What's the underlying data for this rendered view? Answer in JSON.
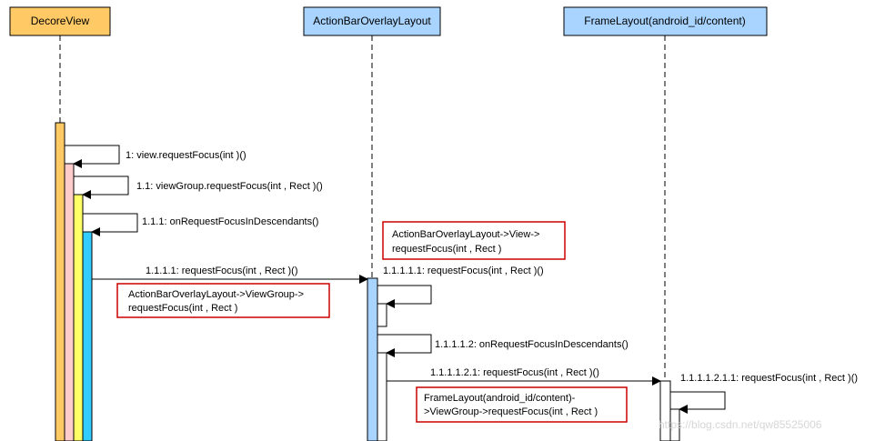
{
  "participants": [
    {
      "label": "DecoreView",
      "fill": "#ffc966"
    },
    {
      "label": "ActionBarOverlayLayout",
      "fill": "#a8d4ff"
    },
    {
      "label": "FrameLayout(android_id/content)",
      "fill": "#a8d4ff"
    }
  ],
  "messages": [
    "1: view.requestFocus(int )()",
    "1.1: viewGroup.requestFocus(int , Rect )()",
    "1.1.1: onRequestFocusInDescendants()",
    "1.1.1.1: requestFocus(int , Rect )()",
    "1.1.1.1.1: requestFocus(int , Rect )()",
    "1.1.1.1.2: onRequestFocusInDescendants()",
    "1.1.1.1.2.1: requestFocus(int , Rect )()",
    "1.1.1.1.2.1.1: requestFocus(int , Rect )()"
  ],
  "notes": [
    {
      "line1": "ActionBarOverlayLayout->View->",
      "line2": "requestFocus(int , Rect )"
    },
    {
      "line1": "ActionBarOverlayLayout->ViewGroup->",
      "line2": "requestFocus(int , Rect )"
    },
    {
      "line1": "FrameLayout(android_id/content)-",
      "line2": ">ViewGroup->requestFocus(int , Rect )"
    }
  ],
  "activation_colors": {
    "decor_outer": "#ffc966",
    "decor_level2": "#ffcccc",
    "decor_level3": "#ffff66",
    "decor_level4": "#33ccff",
    "blue_box": "#a8d4ff",
    "note_border": "#cc0000"
  },
  "watermark": "https://blog.csdn.net/qw85525006"
}
